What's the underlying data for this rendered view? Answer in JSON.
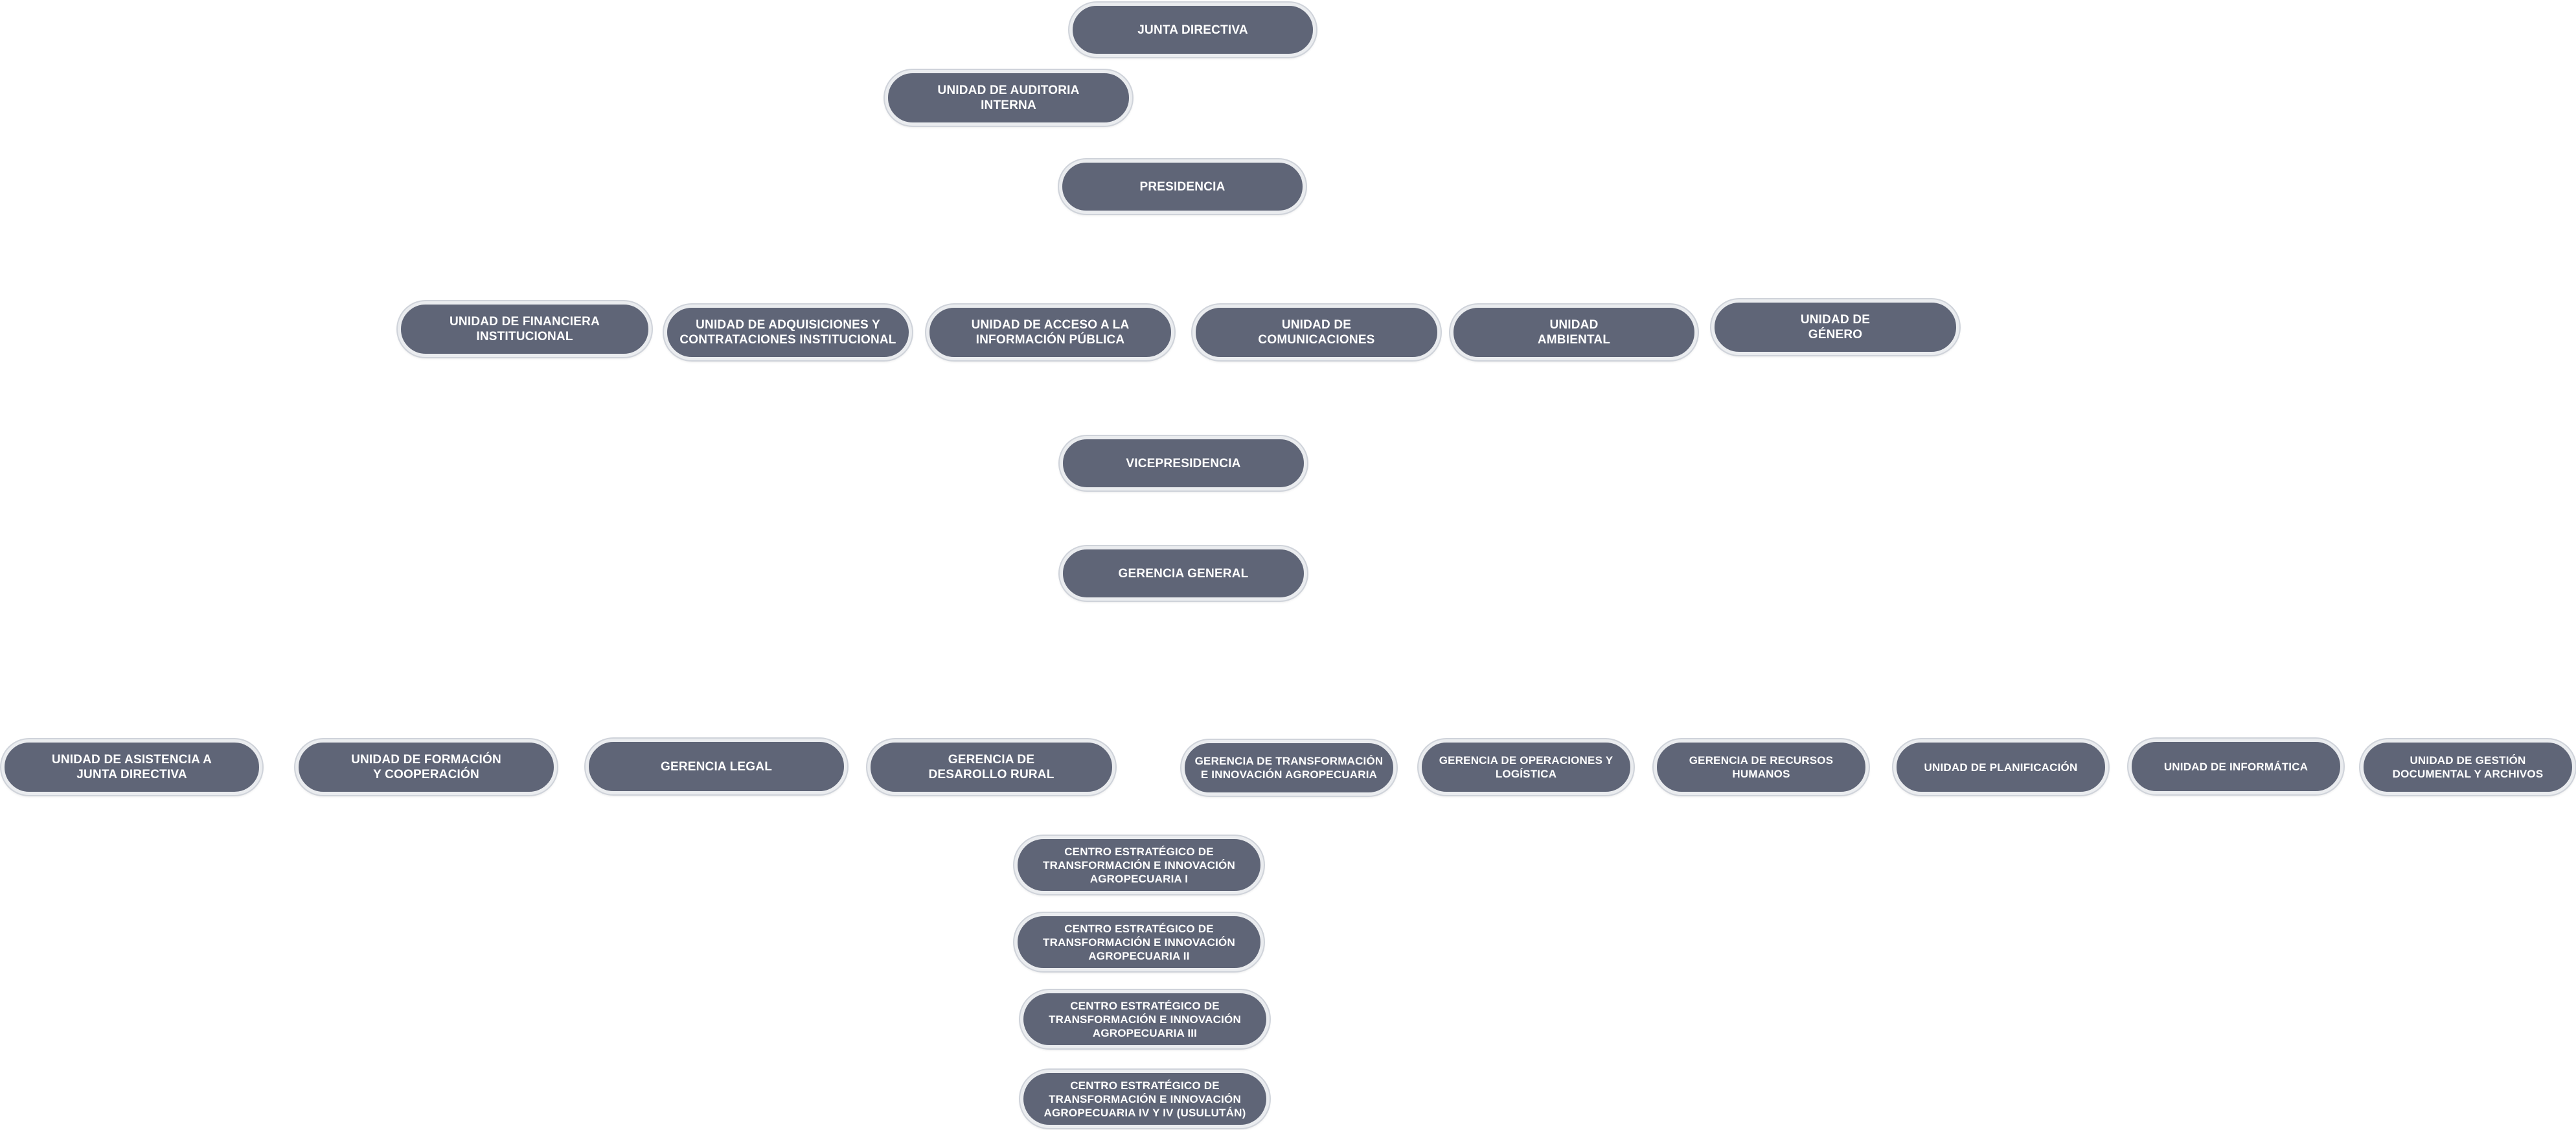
{
  "org_chart": {
    "board": "JUNTA DIRECTIVA",
    "internal_audit": "UNIDAD DE AUDITORIA\nINTERNA",
    "presidency": "PRESIDENCIA",
    "presidency_units": [
      "UNIDAD DE  FINANCIERA\nINSTITUCIONAL",
      "UNIDAD DE ADQUISICIONES Y\nCONTRATACIONES INSTITUCIONAL",
      "UNIDAD DE ACCESO A LA\nINFORMACIÓN PÚBLICA",
      "UNIDAD DE\nCOMUNICACIONES",
      "UNIDAD\nAMBIENTAL",
      "UNIDAD DE\nGÉNERO"
    ],
    "vice_presidency": "VICEPRESIDENCIA",
    "general_management": "GERENCIA GENERAL",
    "operational_units": [
      "UNIDAD DE ASISTENCIA A\nJUNTA DIRECTIVA",
      "UNIDAD DE FORMACIÓN\nY COOPERACIÓN",
      "GERENCIA LEGAL",
      "GERENCIA DE\nDESAROLLO RURAL",
      "GERENCIA DE TRANSFORMACIÓN\nE INNOVACIÓN AGROPECUARIA",
      "GERENCIA DE OPERACIONES Y\nLOGÍSTICA",
      "GERENCIA DE RECURSOS\nHUMANOS",
      "UNIDAD DE PLANIFICACIÓN",
      "UNIDAD DE INFORMÁTICA",
      "UNIDAD DE GESTIÓN\nDOCUMENTAL Y ARCHIVOS"
    ],
    "strategic_centers": [
      "CENTRO ESTRATÉGICO DE\nTRANSFORMACIÓN E INNOVACIÓN\nAGROPECUARIA I",
      "CENTRO ESTRATÉGICO DE\nTRANSFORMACIÓN E INNOVACIÓN\nAGROPECUARIA II",
      "CENTRO ESTRATÉGICO DE\nTRANSFORMACIÓN E INNOVACIÓN\nAGROPECUARIA III",
      "CENTRO ESTRATÉGICO DE\nTRANSFORMACIÓN E INNOVACIÓN\nAGROPECUARIA IV Y IV (USULUTÁN)"
    ]
  },
  "colors": {
    "node_fill": "#5f6577",
    "node_text": "#ffffff",
    "node_border": "#eaecef",
    "background": "#ffffff"
  }
}
